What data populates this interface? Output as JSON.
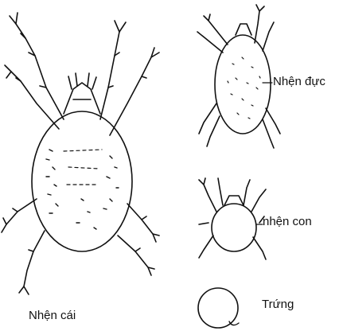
{
  "labels": {
    "female": "Nhện cái",
    "male": "Nhện đực",
    "young": "nhện con",
    "egg": "Trứng"
  },
  "colors": {
    "ink": "#111111",
    "paper": "#ffffff"
  }
}
